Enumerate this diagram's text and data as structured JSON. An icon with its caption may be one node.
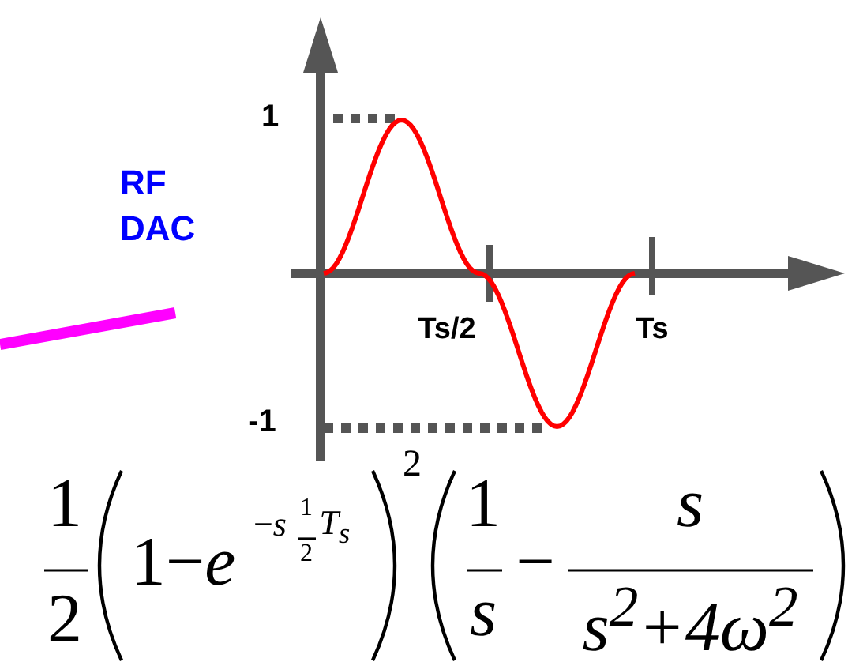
{
  "diagram": {
    "labels": [
      "RF DAC",
      "1",
      "Ts/2",
      "Ts",
      "-1",
      "1",
      "2",
      "1−*e*",
      "−*s*",
      "1",
      "2",
      "T$_{s}$",
      "2",
      "1",
      "s",
      "−",
      "s",
      "s$^{2}$+4ω$^{2}$"
    ]
  }
}
